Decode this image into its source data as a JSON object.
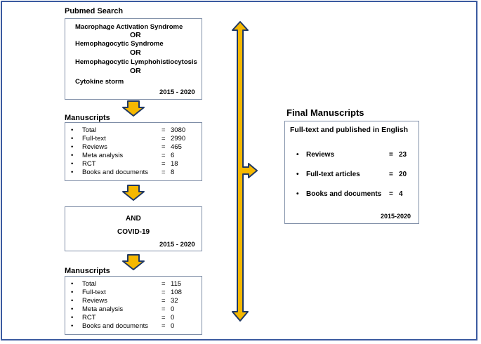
{
  "pubmed_search": {
    "heading": "Pubmed Search",
    "terms": [
      "Macrophage Activation Syndrome",
      "Hemophagocytic Syndrome",
      "Hemophagocytic Lymphohistiocytosis",
      "Cytokine storm"
    ],
    "operator": "OR",
    "years": "2015  -  2020"
  },
  "manuscripts_1": {
    "heading": "Manuscripts",
    "rows": [
      {
        "label": "Total",
        "value": "3080"
      },
      {
        "label": "Full-text",
        "value": "2990"
      },
      {
        "label": "Reviews",
        "value": "465"
      },
      {
        "label": "Meta analysis",
        "value": "6"
      },
      {
        "label": "RCT",
        "value": "18"
      },
      {
        "label": "Books and documents",
        "value": "8"
      }
    ]
  },
  "and_box": {
    "operator": "AND",
    "term": "COVID-19",
    "years": "2015  -  2020"
  },
  "manuscripts_2": {
    "heading": "Manuscripts",
    "rows": [
      {
        "label": "Total",
        "value": "115"
      },
      {
        "label": "Full-text",
        "value": "108"
      },
      {
        "label": "Reviews",
        "value": "32"
      },
      {
        "label": "Meta analysis",
        "value": "0"
      },
      {
        "label": "RCT",
        "value": "0"
      },
      {
        "label": "Books and documents",
        "value": "0"
      }
    ]
  },
  "final": {
    "heading": "Final Manuscripts",
    "subheading": "Full-text and published in English",
    "rows": [
      {
        "label": "Reviews",
        "value": "23"
      },
      {
        "label": "Full-text articles",
        "value": "20"
      },
      {
        "label": "Books and documents",
        "value": "4"
      }
    ],
    "years": "2015-2020"
  },
  "symbols": {
    "bullet": "•",
    "equals": "="
  },
  "colors": {
    "arrow_fill": "#f5b800",
    "arrow_stroke": "#1f3864",
    "frame": "#3b5aa0",
    "box_border": "#7f8ea7"
  }
}
